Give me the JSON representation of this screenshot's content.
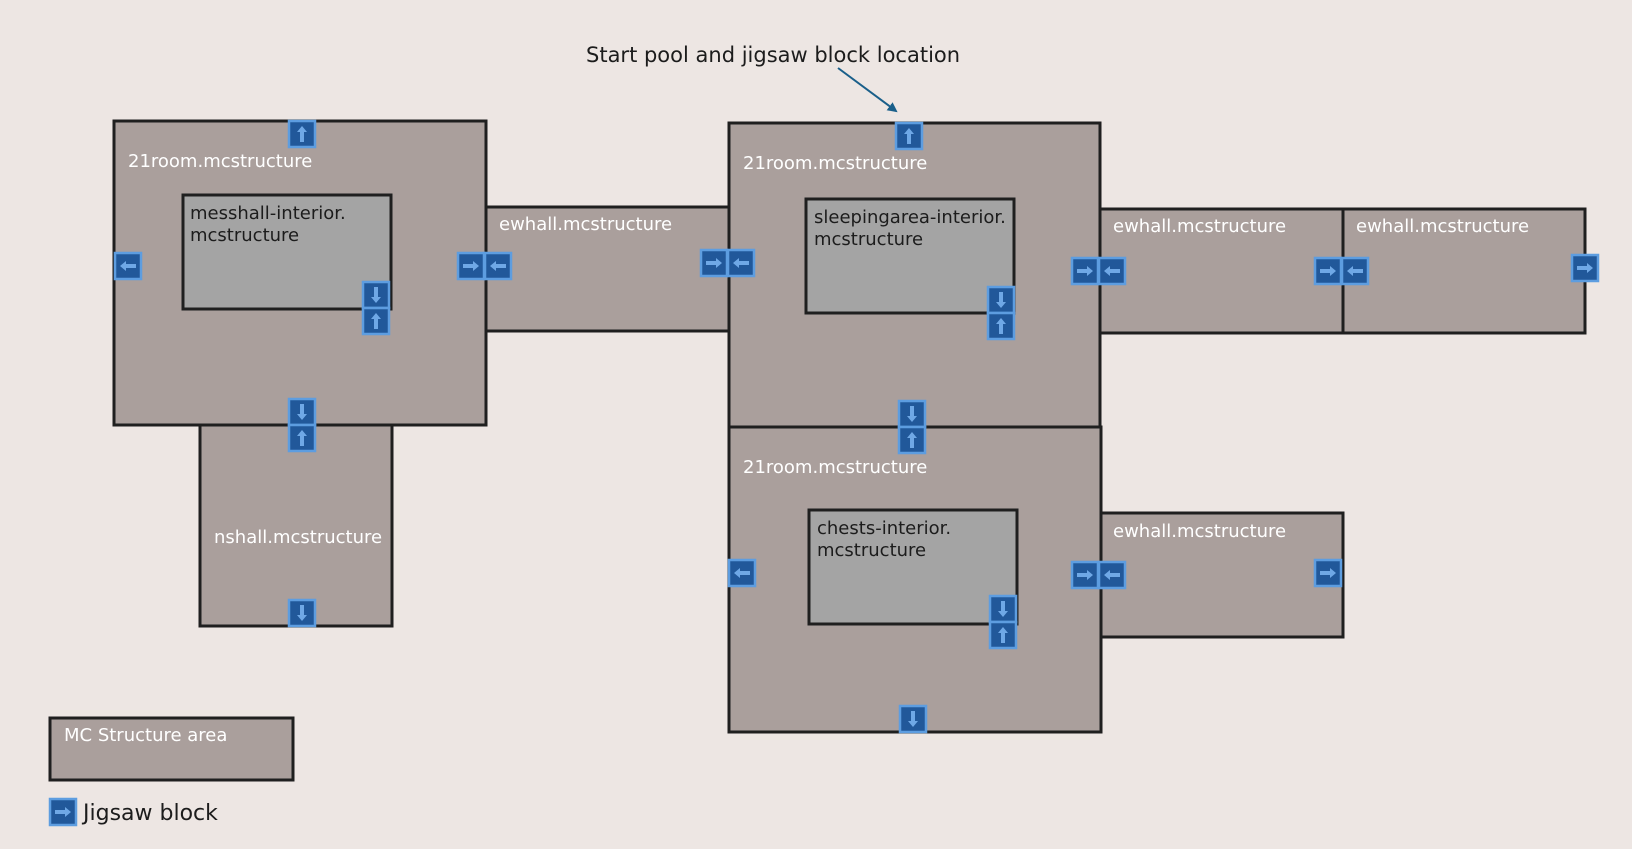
{
  "annotation": {
    "text": "Start pool and jigsaw block location",
    "color": "#1a5f8a"
  },
  "structures": {
    "room_top_left": {
      "label": "21room.mcstructure",
      "interior": [
        "messhall-interior.",
        "mcstructure"
      ]
    },
    "hall_ns": {
      "label": "nshall.mcstructure"
    },
    "hall_ew_1": {
      "label": "ewhall.mcstructure"
    },
    "room_top_middle": {
      "label": "21room.mcstructure",
      "interior": [
        "sleepingarea-interior.",
        "mcstructure"
      ]
    },
    "hall_ew_2": {
      "label": "ewhall.mcstructure"
    },
    "hall_ew_3": {
      "label": "ewhall.mcstructure"
    },
    "room_bottom_middle": {
      "label": "21room.mcstructure",
      "interior": [
        "chests-interior.",
        "mcstructure"
      ]
    },
    "hall_ew_4": {
      "label": "ewhall.mcstructure"
    }
  },
  "legend": {
    "structure_area": "MC Structure area",
    "jigsaw_block": "Jigsaw block"
  },
  "colors": {
    "background": "#ede6e3",
    "structure_fill": "#aa9f9c",
    "interior_fill": "#a4a4a4",
    "jigsaw_fill": "#21589a",
    "jigsaw_border": "#5d9de0"
  },
  "icons": {
    "jigsaw": "jigsaw-block-icon"
  }
}
